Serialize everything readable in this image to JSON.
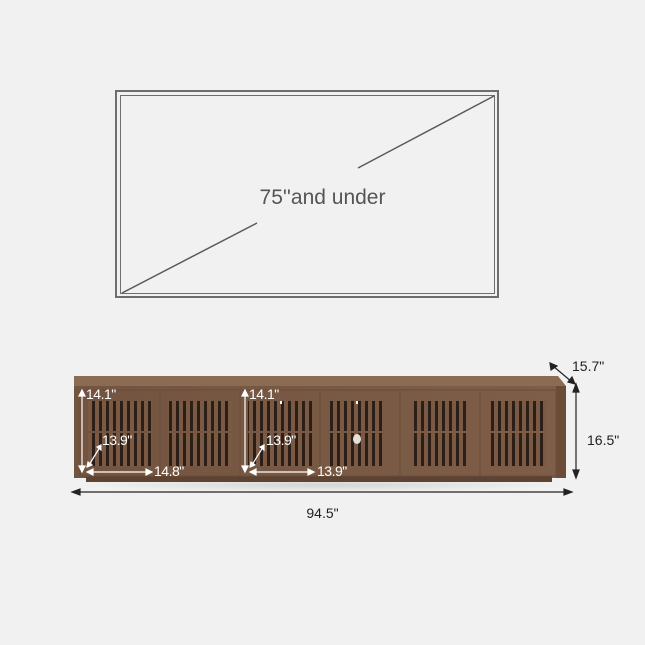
{
  "tv": {
    "label": "75''and under",
    "frame_color": "#6e6e6e"
  },
  "cabinet": {
    "wood_color": "#7a5a44",
    "top_color": "#8c6b53",
    "slot_color": "#2c1f18",
    "door_count": 6
  },
  "dimensions": {
    "door_height": "14.1\"",
    "door_height_2": "14.1\"",
    "compartment_depth": "13.9\"",
    "compartment_depth_2": "13.9\"",
    "compartment_width": "14.8\"",
    "compartment_width_2": "13.9\"",
    "overall_depth": "15.7\"",
    "overall_height": "16.5\"",
    "overall_width": "94.5\""
  },
  "colors": {
    "background": "#f2f1f1",
    "dimension_text_light": "#ffffff",
    "dimension_text_dark": "#222222"
  }
}
